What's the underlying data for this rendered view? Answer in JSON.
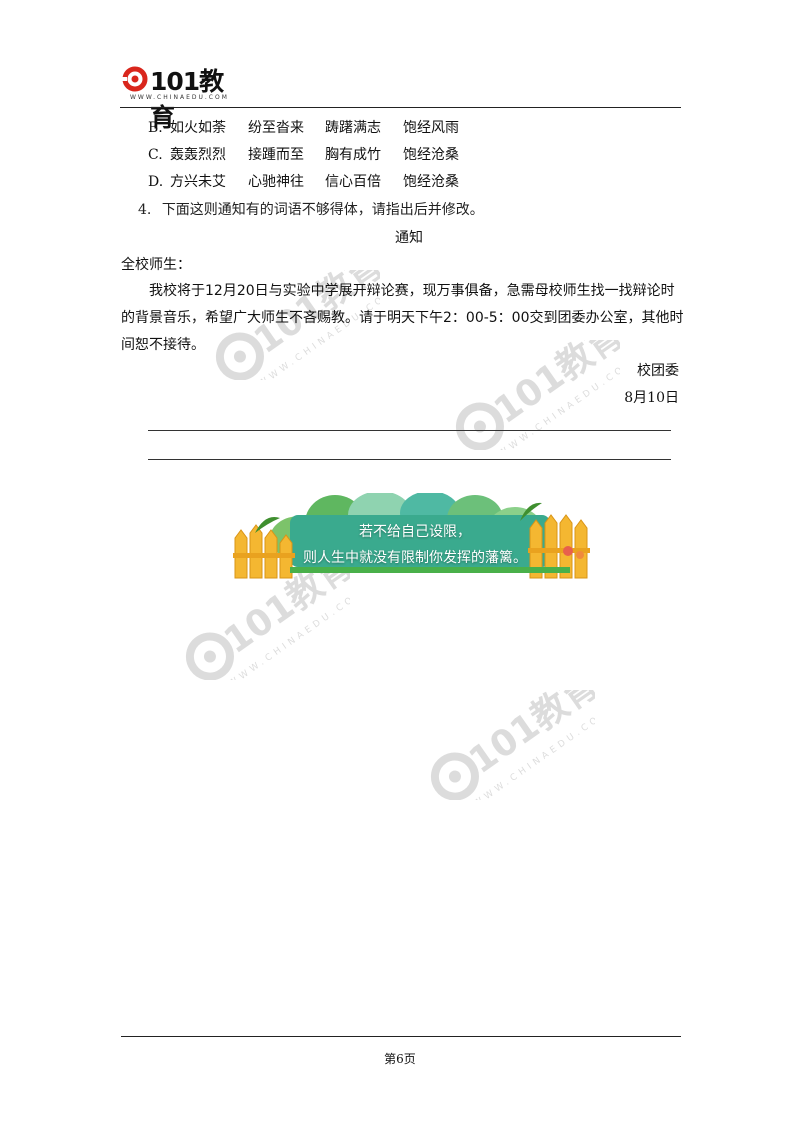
{
  "header": {
    "logo_text": "101教育",
    "logo_url": "WWW.CHINAEDU.COM"
  },
  "options": [
    {
      "letter": "B.",
      "items": [
        "如火如荼",
        "纷至沓来",
        "踌躇满志",
        "饱经风雨"
      ]
    },
    {
      "letter": "C.",
      "items": [
        "轰轰烈烈",
        "接踵而至",
        "胸有成竹",
        "饱经沧桑"
      ]
    },
    {
      "letter": "D.",
      "items": [
        "方兴未艾",
        "心驰神往",
        "信心百倍",
        "饱经沧桑"
      ]
    }
  ],
  "question4": {
    "number": "4.",
    "text": "下面这则通知有的词语不够得体，请指出后并修改。"
  },
  "notice": {
    "title": "通知",
    "salutation": "全校师生：",
    "body": "我校将于12月20日与实验中学展开辩论赛，现万事俱备，急需母校师生找一找辩论时的背景音乐，希望广大师生不吝赐教。请于明天下午2：00-5：00交到团委办公室，其他时间恕不接待。",
    "signature": "校团委",
    "date": "8月10日"
  },
  "banner": {
    "line1": "若不给自己设限，",
    "line2": "则人生中就没有限制你发挥的藩篱。"
  },
  "footer": {
    "page": "第6页"
  },
  "watermark": {
    "text": "101教育",
    "url": "WWW.CHINAEDU.COM"
  }
}
